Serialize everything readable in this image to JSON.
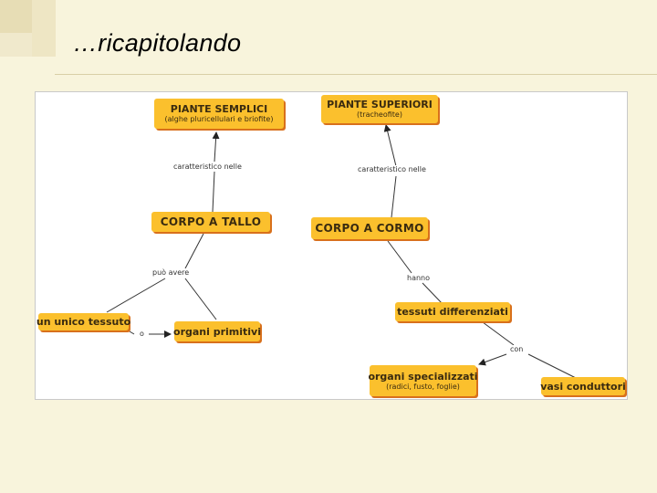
{
  "slide": {
    "title": "…ricapitolando"
  },
  "concept_map": {
    "nodes": {
      "piante_semplici": {
        "label": "PIANTE SEMPLICI",
        "sub": "(alghe pluricellulari e briofite)"
      },
      "piante_superiori": {
        "label": "PIANTE SUPERIORI",
        "sub": "(tracheofite)"
      },
      "corpo_tallo": {
        "label": "CORPO A TALLO"
      },
      "corpo_cormo": {
        "label": "CORPO A CORMO"
      },
      "unico_tessuto": {
        "label": "un unico tessuto"
      },
      "organi_primitivi": {
        "label": "organi primitivi"
      },
      "tessuti_differenziati": {
        "label": "tessuti differenziati"
      },
      "organi_specializzati": {
        "label": "organi specializzati",
        "sub": "(radici, fusto, foglie)"
      },
      "vasi_conduttori": {
        "label": "vasi conduttori"
      }
    },
    "link_labels": {
      "caratteristico_left": "caratteristico nelle",
      "caratteristico_right": "caratteristico nelle",
      "puo_avere": "può avere",
      "o": "o",
      "hanno": "hanno",
      "con": "con"
    },
    "colors": {
      "node_fill": "#fbc02d",
      "node_shadow": "#d8701c",
      "line": "#333333"
    }
  }
}
